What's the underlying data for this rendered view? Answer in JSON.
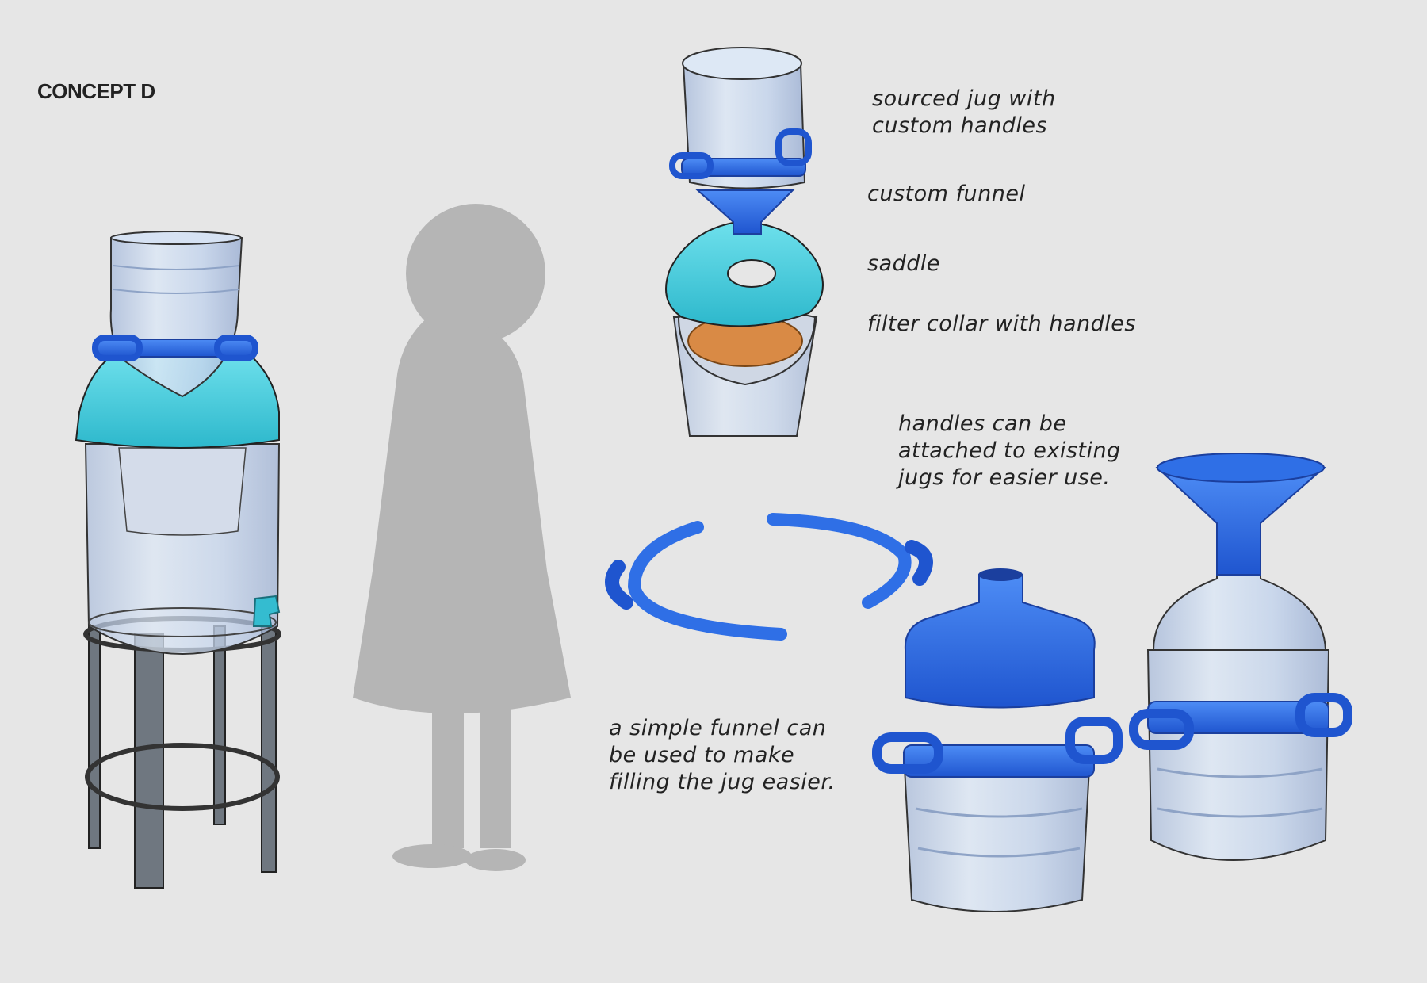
{
  "concept_title": "CONCEPT D",
  "annotations": {
    "sourced_jug": "sourced jug with\ncustom handles",
    "custom_funnel": "custom funnel",
    "saddle": "saddle",
    "filter_collar": "filter collar with handles",
    "handles_note": "handles can be\nattached to existing\njugs for easier use.",
    "funnel_note": "a simple funnel can\nbe used to make\nfilling the jug easier."
  },
  "colors": {
    "background": "#e6e6e6",
    "handle_blue": "#2f6fe6",
    "saddle_teal": "#3fc9dc",
    "jug_clear": "#c9d9ef",
    "stand_grey": "#6f7780",
    "silhouette": "#b5b5b5",
    "filter_orange": "#d98a45"
  }
}
